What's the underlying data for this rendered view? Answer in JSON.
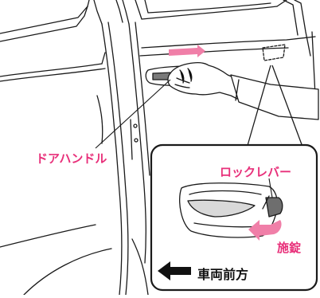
{
  "labels": {
    "door_handle": "ドアハンドル",
    "lock_lever": "ロックレバー",
    "lock_action": "施錠",
    "vehicle_forward": "車両前方"
  },
  "colors": {
    "label_pink": "#e8307a",
    "arrow_pink": "#f07fa8",
    "outline": "#1a1a1a",
    "handle_gray": "#6e6e6e"
  },
  "icons": {
    "direction_arrow": "left-arrow-icon"
  }
}
